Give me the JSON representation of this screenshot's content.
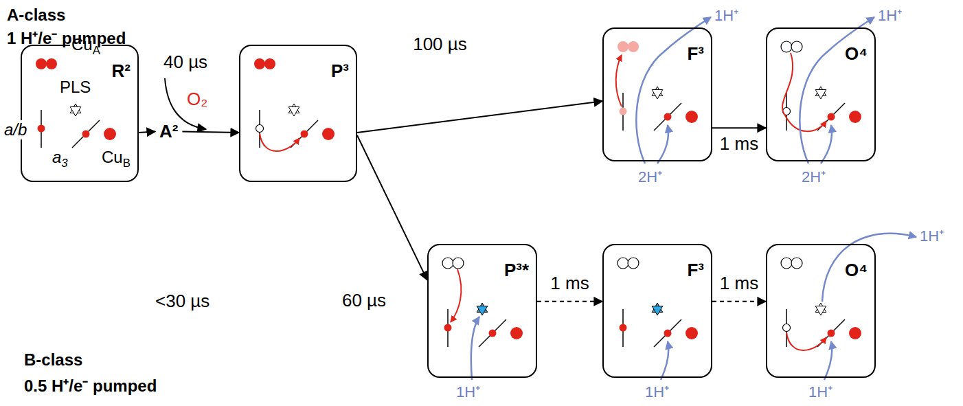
{
  "diagram": {
    "nodes": [
      {
        "text": [
          "R²",
          "CuA",
          "PLS",
          "a/b",
          "a3",
          "CuB"
        ]
      },
      {
        "text": [
          "A²"
        ]
      },
      {
        "text": [
          "P³"
        ]
      },
      {
        "text": [
          "F³"
        ]
      },
      {
        "text": [
          "O⁴"
        ]
      },
      {
        "text": [
          "P³*"
        ]
      },
      {
        "text": [
          "F³"
        ]
      },
      {
        "text": [
          "O⁴"
        ]
      }
    ],
    "edges": [
      {
        "from": 0,
        "to": 1,
        "arrow": "to"
      },
      {
        "from": 1,
        "to": 2,
        "arrow": "to"
      },
      {
        "from": 2,
        "to": 3,
        "arrow": "to",
        "label": "100 µs"
      },
      {
        "from": 3,
        "to": 4,
        "arrow": "to",
        "label": "1 ms"
      },
      {
        "from": 2,
        "to": 5,
        "arrow": "to",
        "label": "60 µs"
      },
      {
        "from": 5,
        "to": 6,
        "arrow": "to",
        "label": "1 ms"
      },
      {
        "from": 6,
        "to": 7,
        "arrow": "to",
        "label": "1 ms"
      }
    ],
    "labels": [
      "A-class",
      "1 H⁺/e⁻ pumped",
      "40 µs",
      "O₂",
      "<30 µs",
      "B-class",
      "0.5 H⁺/e⁻ pumped",
      "1H⁺",
      "2H⁺",
      "1H⁺",
      "2H⁺",
      "1H⁺",
      "1H⁺",
      "1H⁺",
      "1H⁺"
    ]
  }
}
